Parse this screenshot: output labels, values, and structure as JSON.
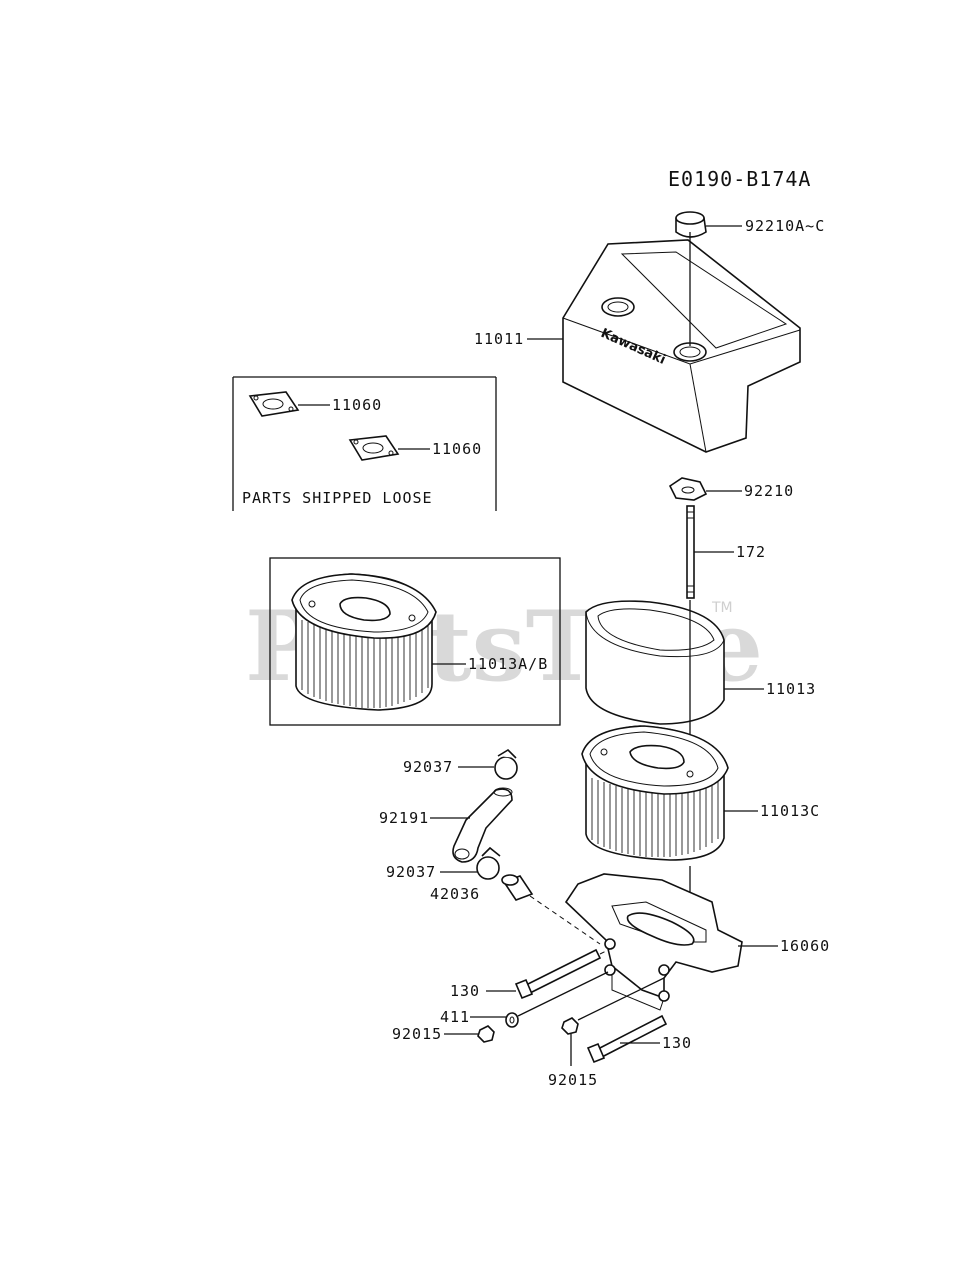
{
  "diagram_code": "E0190-B174A",
  "watermark": {
    "text": "PartsTree",
    "tm": "TM"
  },
  "loose_box": {
    "caption": "PARTS SHIPPED LOOSE"
  },
  "labels": {
    "cap": "92210A~C",
    "cover": "11011",
    "gasket_1": "11060",
    "gasket_2": "11060",
    "wing_nut": "92210",
    "stud": "172",
    "filter_option": "11013A/B",
    "precleaner": "11013",
    "clamp_top": "92037",
    "hose": "92191",
    "clamp_bottom": "92037",
    "fitting": "42036",
    "element": "11013C",
    "base": "16060",
    "bolt_left": "130",
    "washer": "411",
    "nut_left": "92015",
    "nut_bottom": "92015",
    "bolt_right": "130"
  },
  "brand_on_cover": "Kawasaki"
}
